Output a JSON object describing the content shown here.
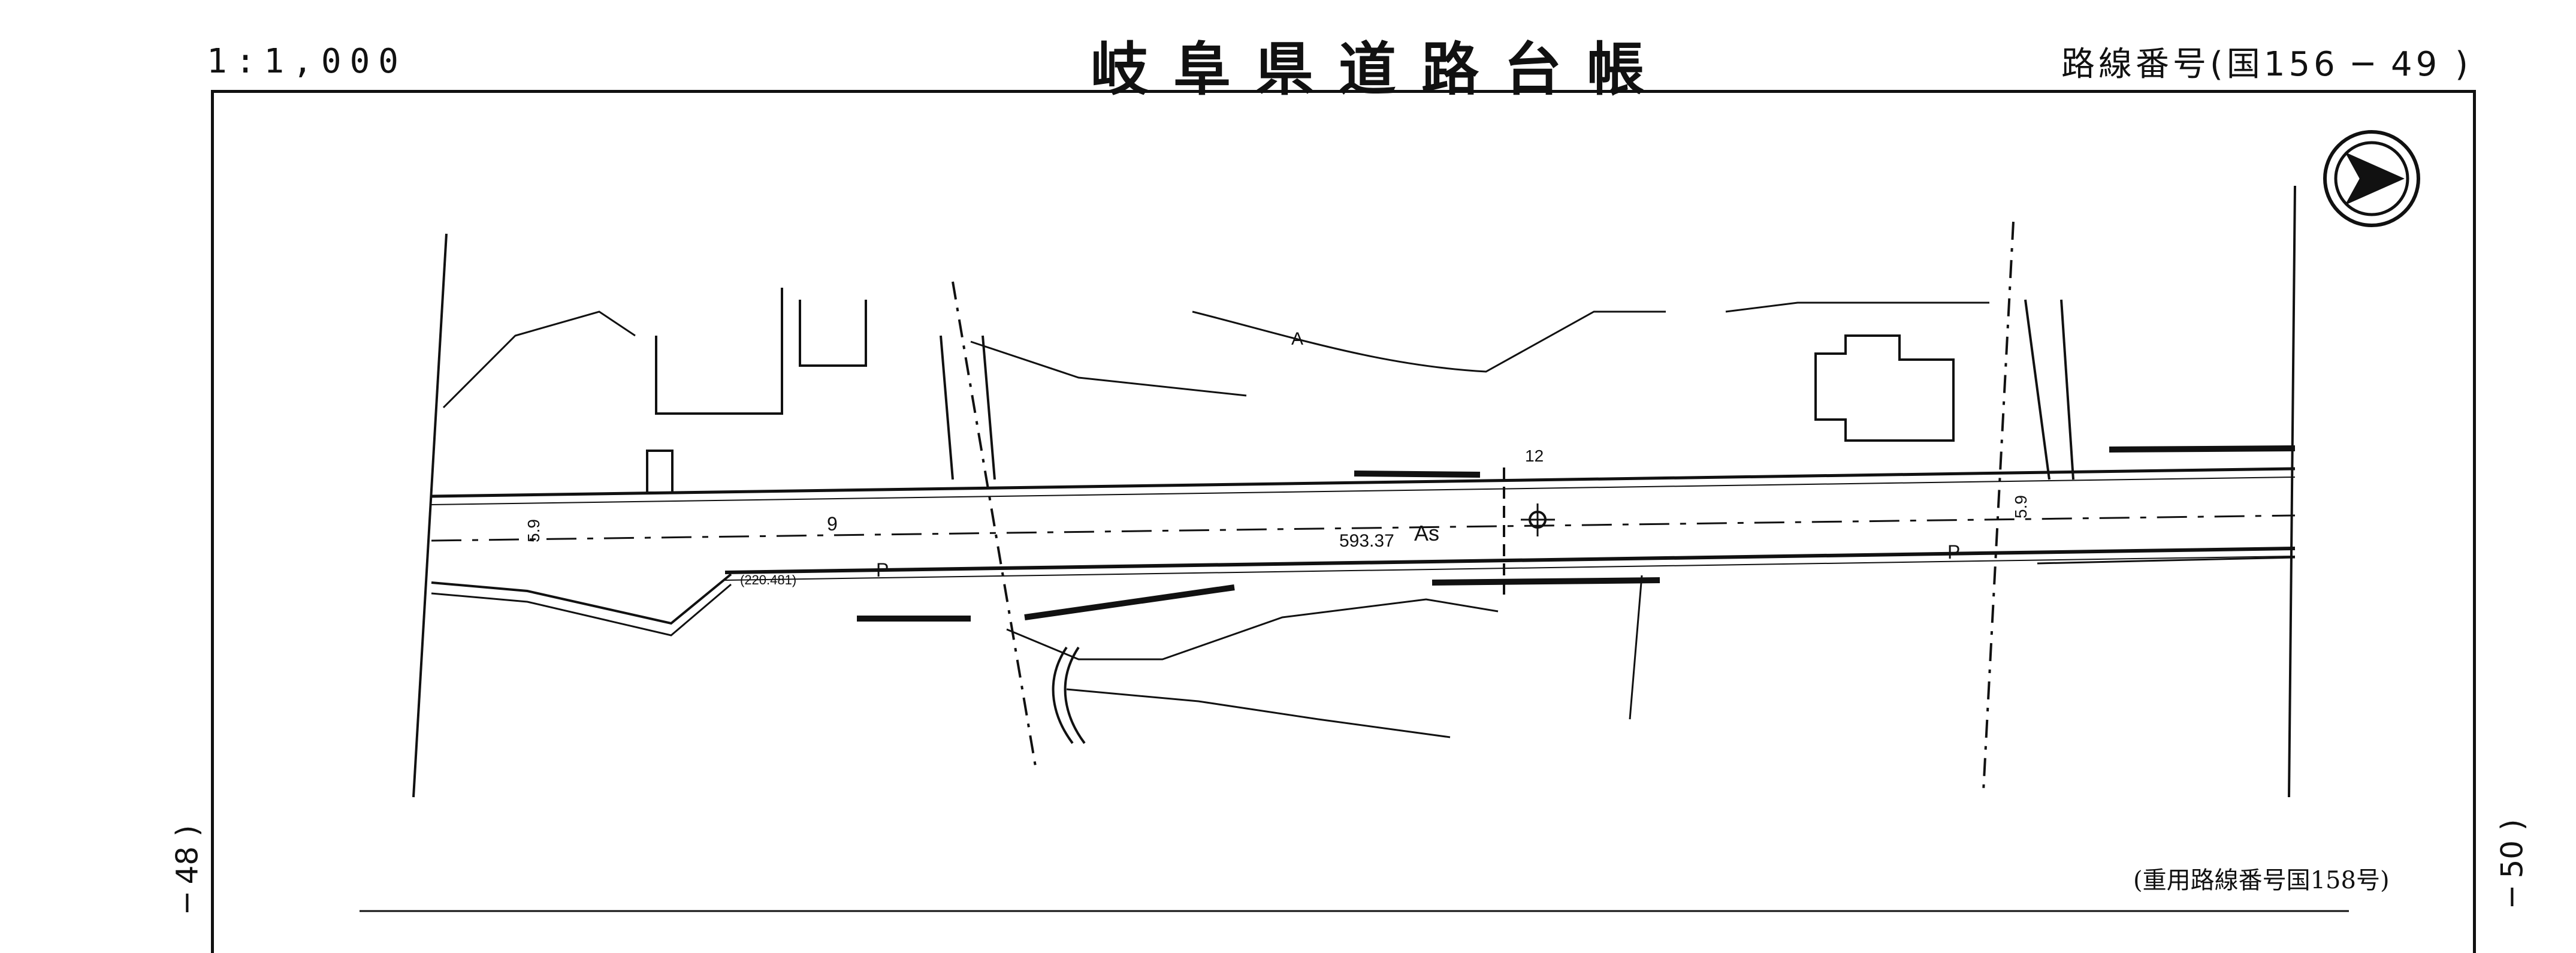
{
  "header": {
    "scale": "1:1,000",
    "title": "岐阜県道路台帳",
    "route_number": "路線番号(国156 ─ 49 )"
  },
  "page_refs": {
    "left": "─ 48 )",
    "right": "─ 50 )"
  },
  "map": {
    "distance_label": "593.37",
    "surface_label": "As",
    "road_width_labels": [
      "5.9",
      "5.9"
    ],
    "point_label": "9",
    "bm_label": "(220.481)",
    "parking_label": "P",
    "contour_label": "12",
    "symbol_label": "A"
  },
  "footer": {
    "overlap_note": "(重用路線番号国158号)"
  },
  "colors": {
    "ink": "#111111",
    "paper": "#ffffff"
  }
}
